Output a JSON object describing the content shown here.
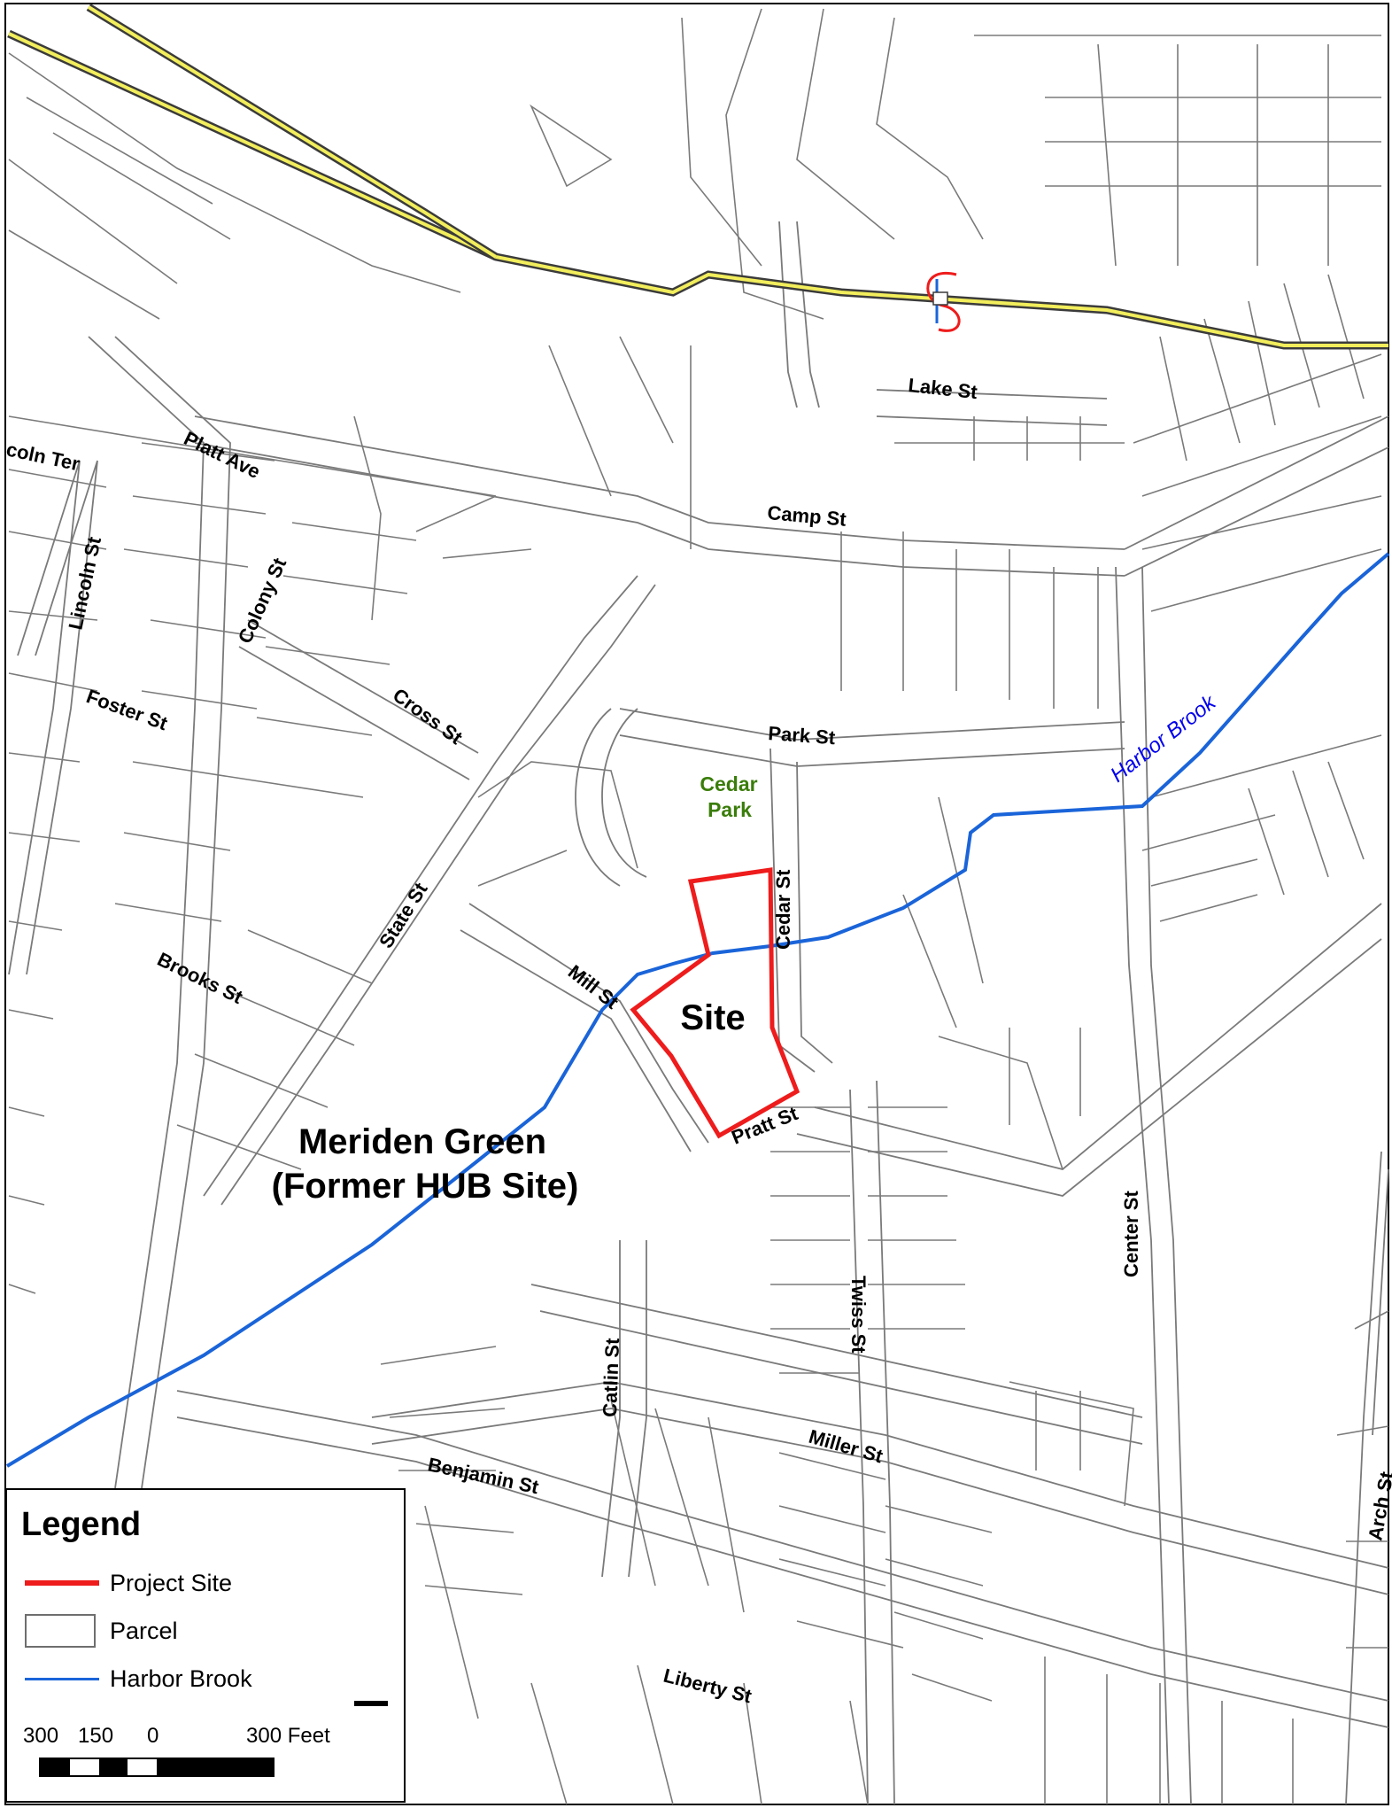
{
  "colors": {
    "project_site": "#ee1c1c",
    "parcel": "#7a7a7a",
    "harbor_brook": "#1a64d9",
    "park_label": "#3a7d0a",
    "brook_label": "#0000ee",
    "rail_dark": "#3b3b3b",
    "rail_yellow": "#f2ee5c"
  },
  "labels": {
    "site": "Site",
    "meriden_line1": "Meriden Green",
    "meriden_line2": "(Former HUB Site)",
    "cedar_park_line1": "Cedar",
    "cedar_park_line2": "Park",
    "harbor_brook": "Harbor Brook"
  },
  "streets": {
    "lake": "Lake St",
    "camp": "Camp St",
    "park": "Park St",
    "cedar": "Cedar St",
    "mill": "Mill St",
    "pratt": "Pratt St",
    "center": "Center St",
    "twiss": "Twiss St",
    "miller": "Miller St",
    "catlin": "Catlin St",
    "benjamin": "Benjamin St",
    "liberty": "Liberty St",
    "arch": "Arch St",
    "state": "State St",
    "cross": "Cross St",
    "brooks": "Brooks St",
    "foster": "Foster St",
    "colony": "Colony St",
    "lincoln": "Lincoln St",
    "lincoln_ter": "coln Ter",
    "platt": "Platt Ave"
  },
  "legend": {
    "title": "Legend",
    "items": [
      {
        "label": "Project Site",
        "symbol": "line",
        "color": "#ee1c1c"
      },
      {
        "label": "Parcel",
        "symbol": "box",
        "color": "#7a7a7a"
      },
      {
        "label": "Harbor Brook",
        "symbol": "line",
        "color": "#1a64d9"
      }
    ],
    "scale": {
      "t1": "300",
      "t2": "150",
      "t3": "0",
      "t4": "300 Feet"
    }
  }
}
